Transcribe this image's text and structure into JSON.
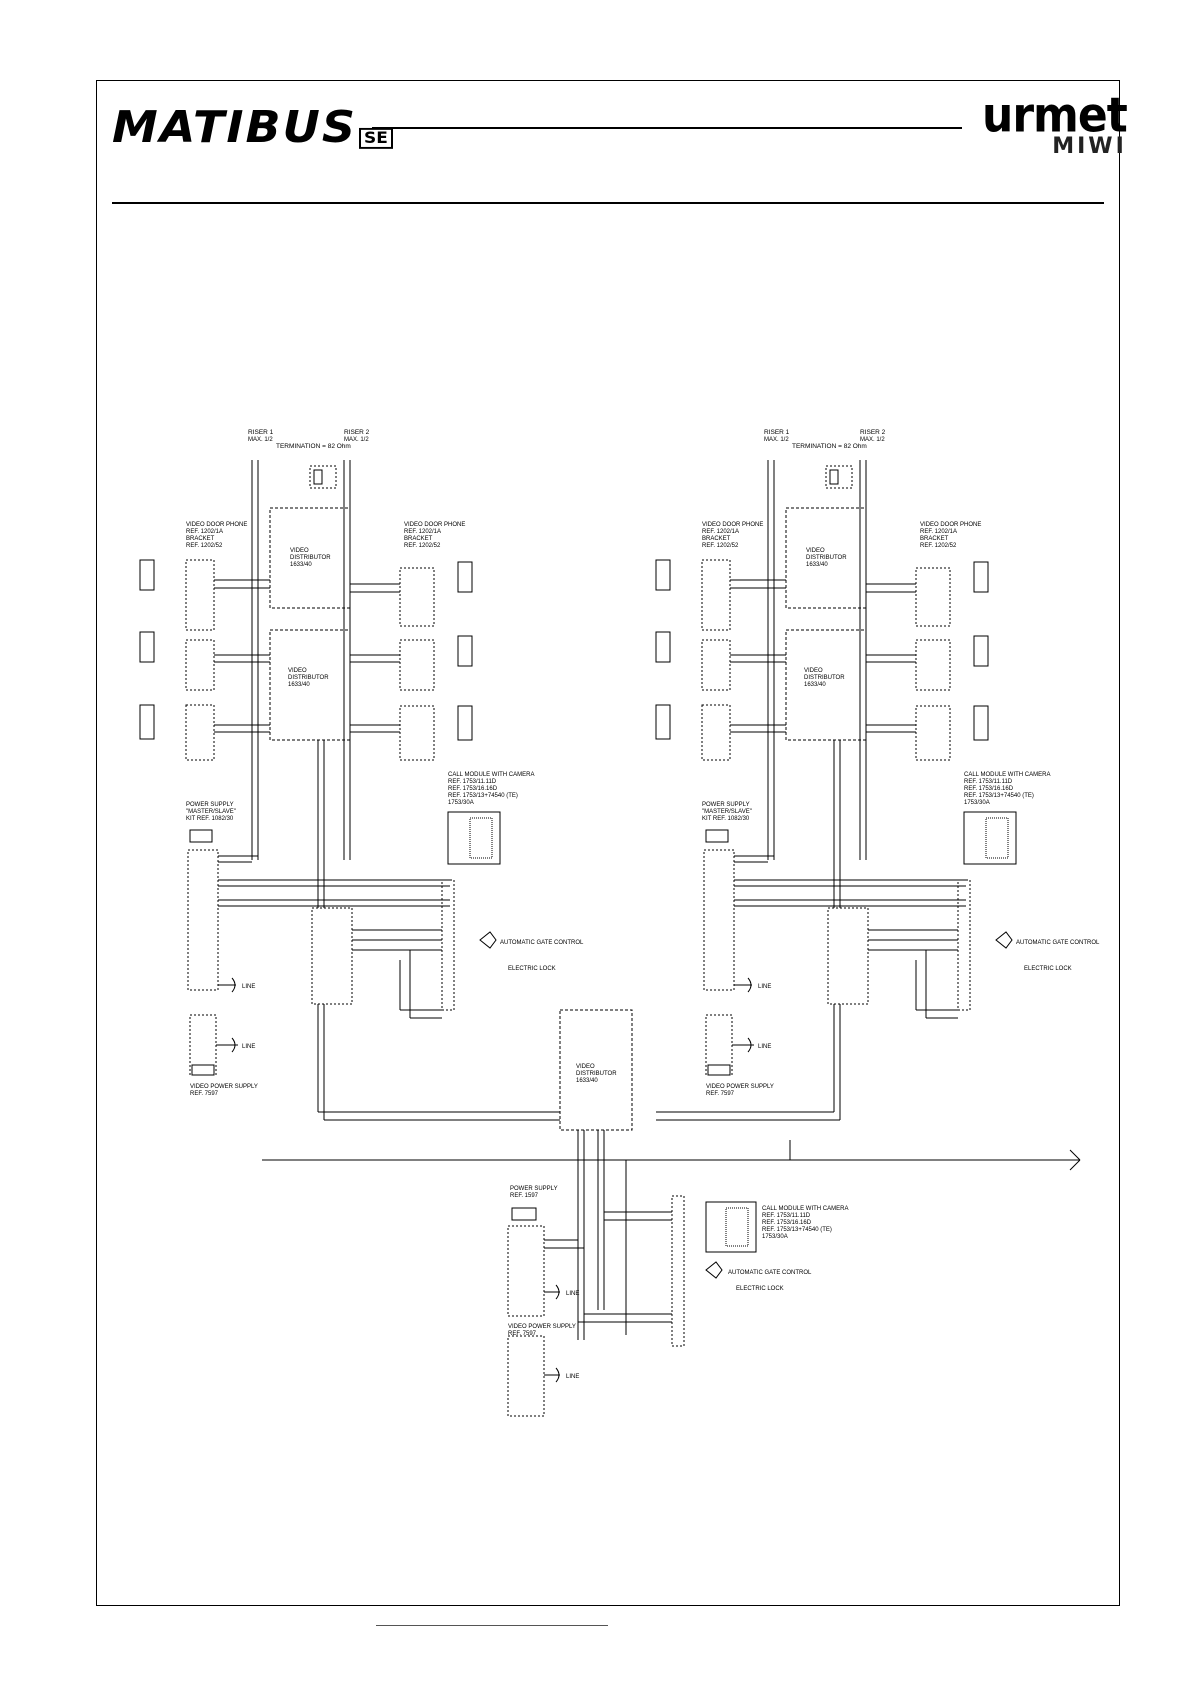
{
  "header": {
    "brand": "MATIBUS",
    "brand_suffix": "SE",
    "logo_main": "urmet",
    "logo_sub": "MIWI"
  },
  "diagram": {
    "left": {
      "riser1": "RISER 1",
      "riser2": "RISER 2",
      "max_note": "MAX. 1/2",
      "termination": "TERMINATION = 82 Ohm",
      "vdp_left": [
        "VIDEO DOOR PHONE",
        "REF. 1202/1A",
        "BRACKET",
        "REF. 1202/52"
      ],
      "vdp_right": [
        "VIDEO DOOR PHONE",
        "REF. 1202/1A",
        "BRACKET",
        "REF. 1202/52"
      ],
      "distributor_top": [
        "VIDEO",
        "DISTRIBUTOR",
        "1633/40"
      ],
      "distributor_bottom": [
        "VIDEO",
        "DISTRIBUTOR",
        "1633/40"
      ],
      "power_supply": [
        "POWER SUPPLY",
        "\"MASTER/SLAVE\"",
        "KIT REF. 1082/30"
      ],
      "call_module": [
        "CALL MODULE WITH CAMERA",
        "REF. 1753/11.11D",
        "REF. 1753/16.16D",
        "REF. 1753/13+74540 (TE)",
        "1753/30A"
      ],
      "automatic_control": "AUTOMATIC GATE CONTROL",
      "lock": "ELECTRIC LOCK",
      "video_power_supply": [
        "VIDEO POWER SUPPLY",
        "REF. 7597"
      ],
      "line": "LINE"
    },
    "right": {
      "riser1": "RISER 1",
      "riser2": "RISER 2",
      "max_note": "MAX. 1/2",
      "termination": "TERMINATION = 82 Ohm",
      "vdp_left": [
        "VIDEO DOOR PHONE",
        "REF. 1202/1A",
        "BRACKET",
        "REF. 1202/52"
      ],
      "vdp_right": [
        "VIDEO DOOR PHONE",
        "REF. 1202/1A",
        "BRACKET",
        "REF. 1202/52"
      ],
      "distributor_top": [
        "VIDEO",
        "DISTRIBUTOR",
        "1633/40"
      ],
      "distributor_bottom": [
        "VIDEO",
        "DISTRIBUTOR",
        "1633/40"
      ],
      "power_supply": [
        "POWER SUPPLY",
        "\"MASTER/SLAVE\"",
        "KIT REF. 1082/30"
      ],
      "call_module": [
        "CALL MODULE WITH CAMERA",
        "REF. 1753/11.11D",
        "REF. 1753/16.16D",
        "REF. 1753/13+74540 (TE)",
        "1753/30A"
      ],
      "automatic_control": "AUTOMATIC GATE CONTROL",
      "lock": "ELECTRIC LOCK",
      "video_power_supply": [
        "VIDEO POWER SUPPLY",
        "REF. 7597"
      ],
      "line": "LINE"
    },
    "center": {
      "distributor": [
        "VIDEO",
        "DISTRIBUTOR",
        "1633/40"
      ],
      "power_supply": [
        "POWER SUPPLY",
        "REF. 1597"
      ],
      "video_power_supply": [
        "VIDEO POWER SUPPLY",
        "REF. 7597"
      ],
      "call_module": [
        "CALL MODULE WITH CAMERA",
        "REF. 1753/11.11D",
        "REF. 1753/16.16D",
        "REF. 1753/13+74540 (TE)",
        "1753/30A"
      ],
      "automatic_control": "AUTOMATIC GATE CONTROL",
      "lock": "ELECTRIC LOCK",
      "line": "LINE"
    }
  }
}
